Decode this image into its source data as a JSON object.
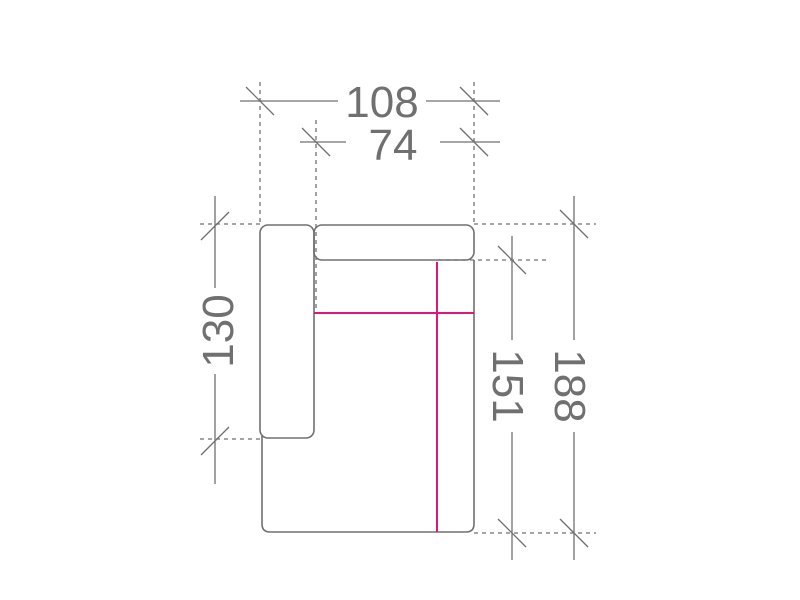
{
  "dimensions": {
    "overall_width": "108",
    "inner_width": "74",
    "backrest_length": "130",
    "seat_depth": "151",
    "overall_depth": "188"
  },
  "colors": {
    "line": "#707070",
    "guide": "#e0147a",
    "background": "#ffffff"
  }
}
